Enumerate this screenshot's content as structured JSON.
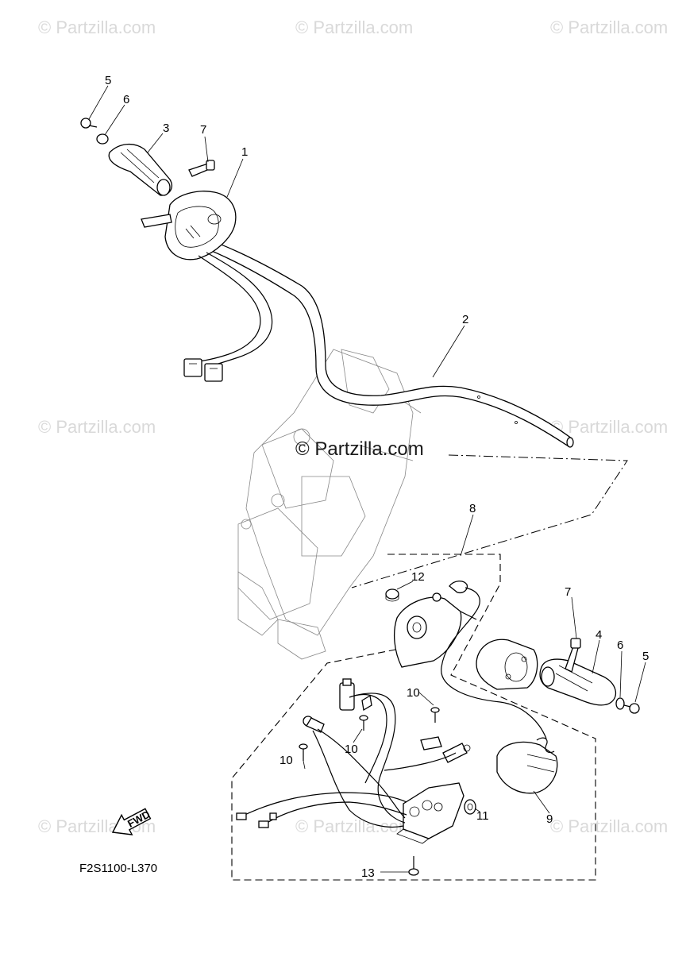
{
  "watermark": {
    "text": "© Partzilla.com",
    "center_text": "© Partzilla.com"
  },
  "figure_code": "F2S1100-L370",
  "fwd_label": "FWD",
  "callouts": {
    "c1": "1",
    "c2": "2",
    "c3": "3",
    "c4": "4",
    "c5a": "5",
    "c5b": "5",
    "c6a": "6",
    "c6b": "6",
    "c7a": "7",
    "c7b": "7",
    "c8": "8",
    "c9": "9",
    "c10a": "10",
    "c10b": "10",
    "c10c": "10",
    "c11": "11",
    "c12": "12",
    "c13": "13"
  }
}
